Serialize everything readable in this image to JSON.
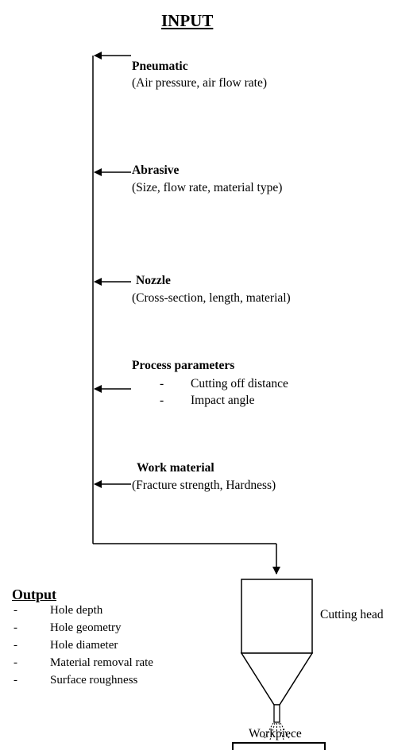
{
  "title": "INPUT",
  "inputs": [
    {
      "heading": "Pneumatic",
      "detail": "(Air pressure, air flow rate)"
    },
    {
      "heading": "Abrasive",
      "detail": "(Size, flow rate, material type)"
    },
    {
      "heading": "Nozzle",
      "detail": "(Cross-section, length, material)"
    },
    {
      "heading": "Process parameters",
      "items": [
        "Cutting off distance",
        "Impact angle"
      ]
    },
    {
      "heading": "Work material",
      "detail": "(Fracture strength, Hardness)"
    }
  ],
  "output": {
    "title": "Output",
    "items": [
      "Hole depth",
      "Hole geometry",
      "Hole diameter",
      "Material removal rate",
      "Surface roughness"
    ]
  },
  "cutting_head_label": "Cutting head",
  "workpiece_label": "Workpiece",
  "dash": "-"
}
